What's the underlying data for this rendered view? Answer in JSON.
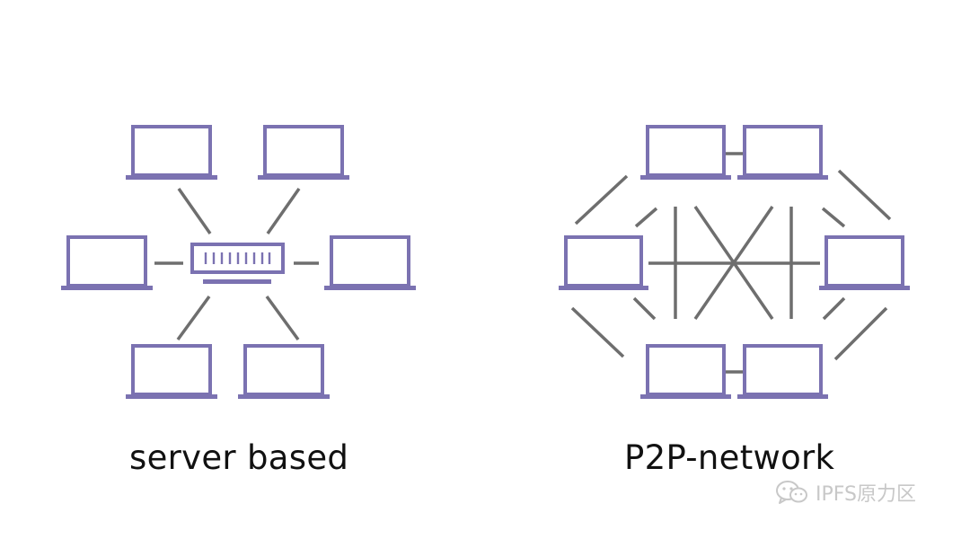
{
  "captions": {
    "server": "server based",
    "p2p": "P2P-network"
  },
  "watermark": {
    "text": "IPFS原力区",
    "icon": "wechat-icon"
  },
  "colors": {
    "device": "#7b72b1",
    "link": "#6e6e6e",
    "caption": "#111111",
    "watermark": "#c8c8c8"
  }
}
